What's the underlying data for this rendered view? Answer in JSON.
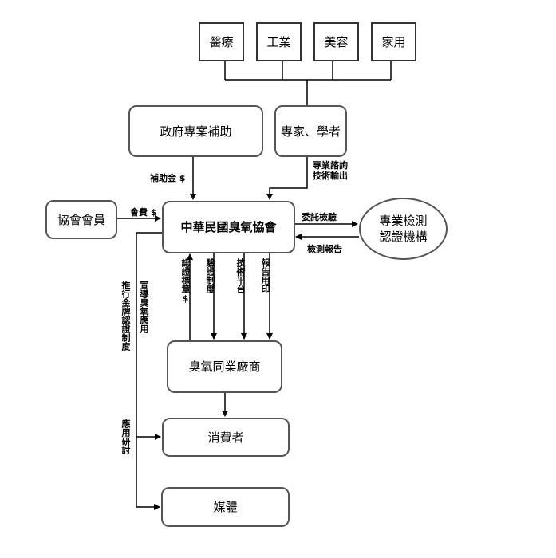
{
  "diagram": {
    "nodes": {
      "medical": "醫療",
      "industry": "工業",
      "beauty": "美容",
      "household": "家用",
      "government": "政府專案補助",
      "experts": "專家、學者",
      "members": "協會會員",
      "association": "中華民國臭氧協會",
      "testing_agency": "專業檢測\n認證機構",
      "vendors": "臭氧同業廠商",
      "consumers": "消費者",
      "media": "媒體"
    },
    "edge_labels": {
      "subsidy": "補助金 $",
      "consulting": "專業諮詢\n技術輸出",
      "membership_fee": "會費 $",
      "commission_test": "委託檢驗",
      "test_report": "檢測報告",
      "cert_mark": "認證標章$",
      "verification_system": "驗證制度",
      "tech_platform": "技術平台",
      "report_seal": "報告用印",
      "gold_cert": "推行金牌認證制度",
      "promote_ozone": "宣導臭氧應用",
      "app_research": "應用研討"
    }
  }
}
